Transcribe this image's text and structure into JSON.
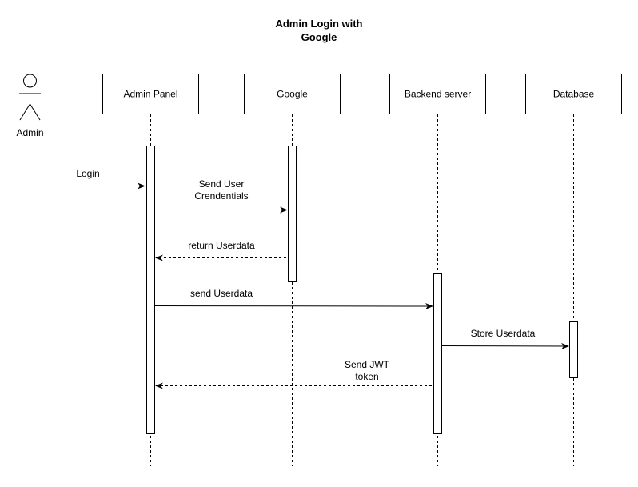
{
  "diagram": {
    "title_lines": [
      "Admin Login with",
      "Google"
    ],
    "actor": {
      "label": "Admin"
    },
    "participants": [
      {
        "id": "admin-panel",
        "label": "Admin Panel"
      },
      {
        "id": "google",
        "label": "Google"
      },
      {
        "id": "backend-server",
        "label": "Backend server"
      },
      {
        "id": "database",
        "label": "Database"
      }
    ],
    "messages": [
      {
        "id": "login",
        "lines": [
          "Login"
        ],
        "from": "actor",
        "to": "admin-panel",
        "style": "solid"
      },
      {
        "id": "send-user-credentials",
        "lines": [
          "Send User",
          "Crendentials"
        ],
        "from": "admin-panel",
        "to": "google",
        "style": "solid"
      },
      {
        "id": "return-userdata",
        "lines": [
          "return Userdata"
        ],
        "from": "google",
        "to": "admin-panel",
        "style": "dashed"
      },
      {
        "id": "send-userdata",
        "lines": [
          "send Userdata"
        ],
        "from": "admin-panel",
        "to": "backend-server",
        "style": "solid"
      },
      {
        "id": "store-userdata",
        "lines": [
          "Store Userdata"
        ],
        "from": "backend-server",
        "to": "database",
        "style": "solid"
      },
      {
        "id": "send-jwt-token",
        "lines": [
          "Send JWT",
          "token"
        ],
        "from": "backend-server",
        "to": "admin-panel",
        "style": "dashed"
      }
    ],
    "colors": {
      "stroke": "#000000",
      "background": "#ffffff"
    }
  }
}
